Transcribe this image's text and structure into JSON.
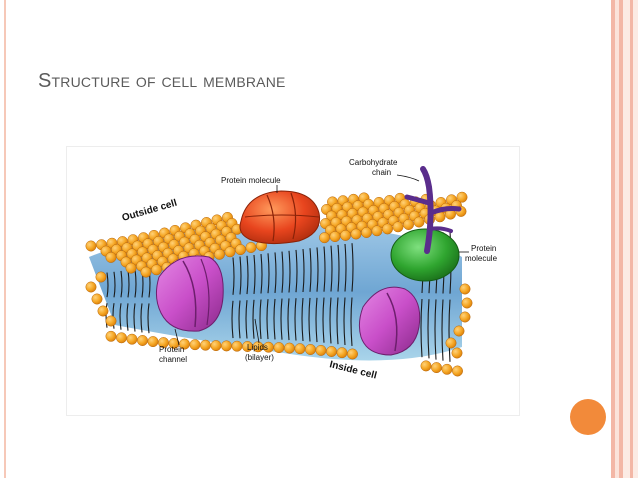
{
  "slide": {
    "title": "Structure of cell membrane"
  },
  "diagram": {
    "labels": {
      "protein_molecule_top": "Protein molecule",
      "carbohydrate_line1": "Carbohydrate",
      "carbohydrate_line2": "chain",
      "outside_cell": "Outside cell",
      "protein_molecule_right_line1": "Protein",
      "protein_molecule_right_line2": "molecule",
      "protein_channel_line1": "Protein",
      "protein_channel_line2": "channel",
      "lipids_line1": "Lipids",
      "lipids_line2": "(bilayer)",
      "inside_cell": "Inside cell"
    }
  },
  "colors": {
    "accent_dot": "#f28a3a",
    "lipid_head": "#f5a623",
    "protein_channel": "#c94fc9",
    "protein_top": "#e8451e",
    "protein_right": "#2fa52f",
    "carbohydrate": "#5a2d8c",
    "membrane_core": "#7ab0d8"
  }
}
